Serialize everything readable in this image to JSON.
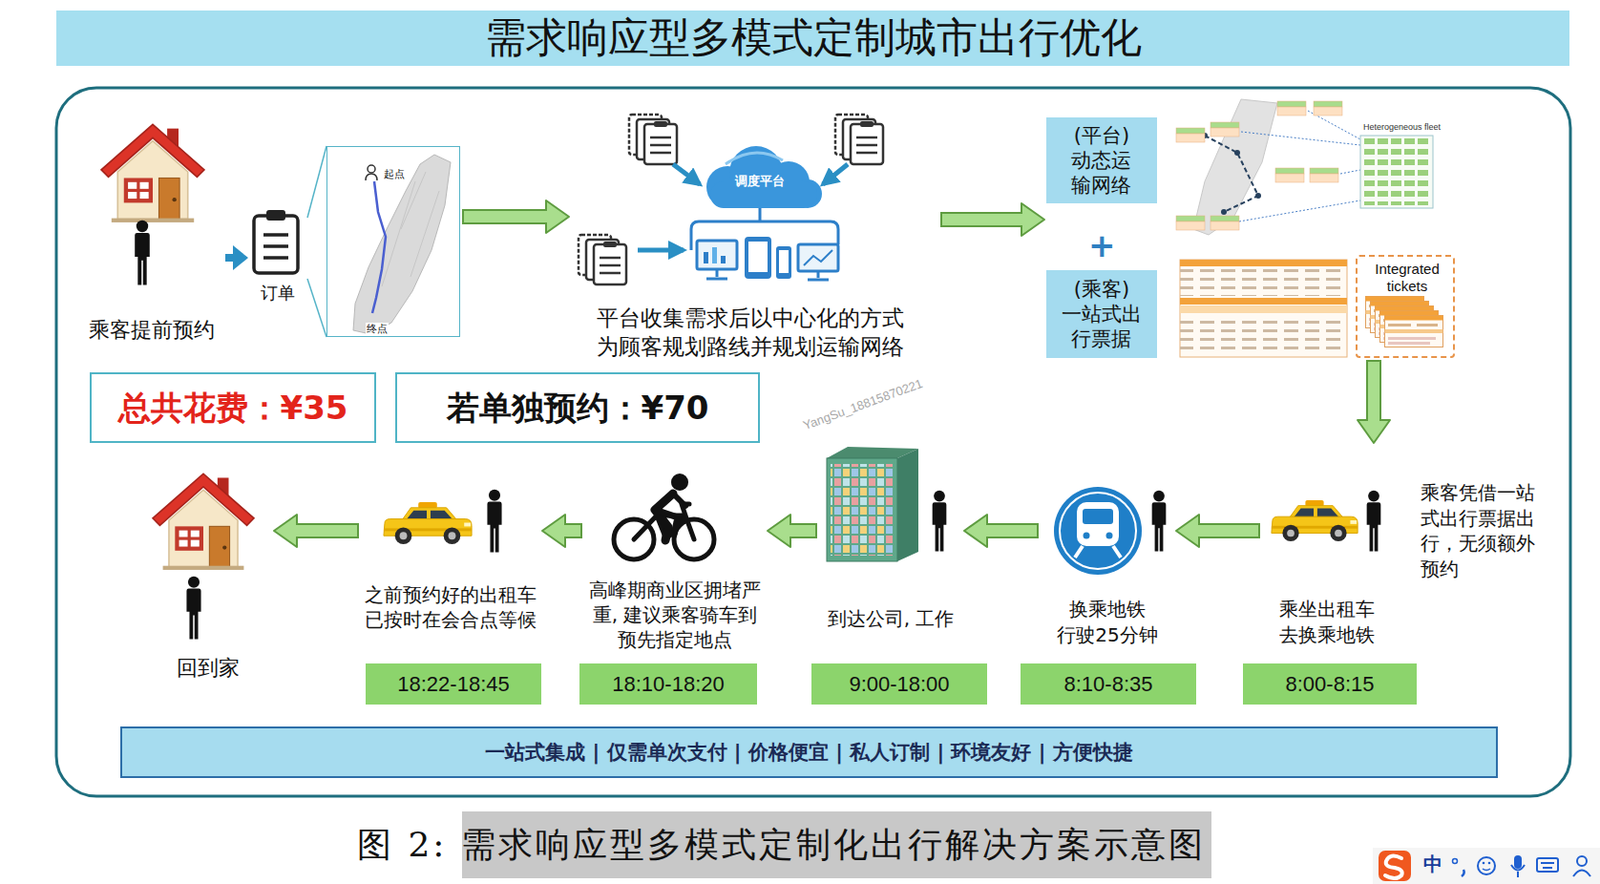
{
  "diagram": {
    "title": "需求响应型多模式定制城市出行优化",
    "caption": "图 2: 需求响应型多模式定制化出行解决方案示意图",
    "nodes": [
      {
        "text": [
          "乘客提前预约"
        ]
      },
      {
        "text": [
          "订单"
        ]
      },
      {
        "text": [
          "起点",
          "终点"
        ]
      },
      {
        "text": [
          "调度平台",
          "平台收集需求后以中心化的方式为顾客规划路线并规划运输网络"
        ]
      },
      {
        "text": [
          "(平台)",
          "动态运输网络"
        ]
      },
      {
        "text": [
          "(乘客)",
          "一站式出行票据"
        ]
      },
      {
        "text": [
          "Integrated tickets"
        ]
      },
      {
        "text": [
          "总共花费：¥35"
        ]
      },
      {
        "text": [
          "若单独预约：¥70"
        ]
      },
      {
        "text": [
          "乘坐出租车去换乘地铁"
        ]
      },
      {
        "text": [
          "8:00-8:15"
        ],
        "in": 9
      },
      {
        "text": [
          "换乘地铁 行驶25分钟"
        ]
      },
      {
        "text": [
          "8:10-8:35"
        ],
        "in": 11
      },
      {
        "text": [
          "到达公司, 工作"
        ]
      },
      {
        "text": [
          "9:00-18:00"
        ],
        "in": 13
      },
      {
        "text": [
          "高峰期商业区拥堵严重, 建议乘客骑车到预先指定地点"
        ]
      },
      {
        "text": [
          "18:10-18:20"
        ],
        "in": 15
      },
      {
        "text": [
          "之前预约好的出租车已按时在会合点等候"
        ]
      },
      {
        "text": [
          "18:22-18:45"
        ],
        "in": 17
      },
      {
        "text": [
          "回到家"
        ]
      },
      {
        "text": [
          "一站式集成 | 仅需单次支付 | 价格便宜 | 私人订制 | 环境友好 | 方便快捷"
        ]
      }
    ],
    "edges": [
      {
        "from": 0,
        "to": 1,
        "arrow": "to"
      },
      {
        "from": 1,
        "to": 2,
        "arrow": "none"
      },
      {
        "from": 2,
        "to": 3,
        "arrow": "to"
      },
      {
        "from": 3,
        "to": 4,
        "arrow": "to"
      },
      {
        "from": 6,
        "to": 9,
        "arrow": "to"
      },
      {
        "from": 9,
        "to": 11,
        "arrow": "to"
      },
      {
        "from": 11,
        "to": 13,
        "arrow": "to"
      },
      {
        "from": 13,
        "to": 15,
        "arrow": "to"
      },
      {
        "from": 15,
        "to": 17,
        "arrow": "to"
      },
      {
        "from": 17,
        "to": 19,
        "arrow": "to"
      }
    ],
    "labels": [
      "+",
      "乘客凭借一站式出行票据出行，无须额外预约",
      "Heterogeneous fleet",
      "YangSu_18815870221",
      "中"
    ]
  }
}
